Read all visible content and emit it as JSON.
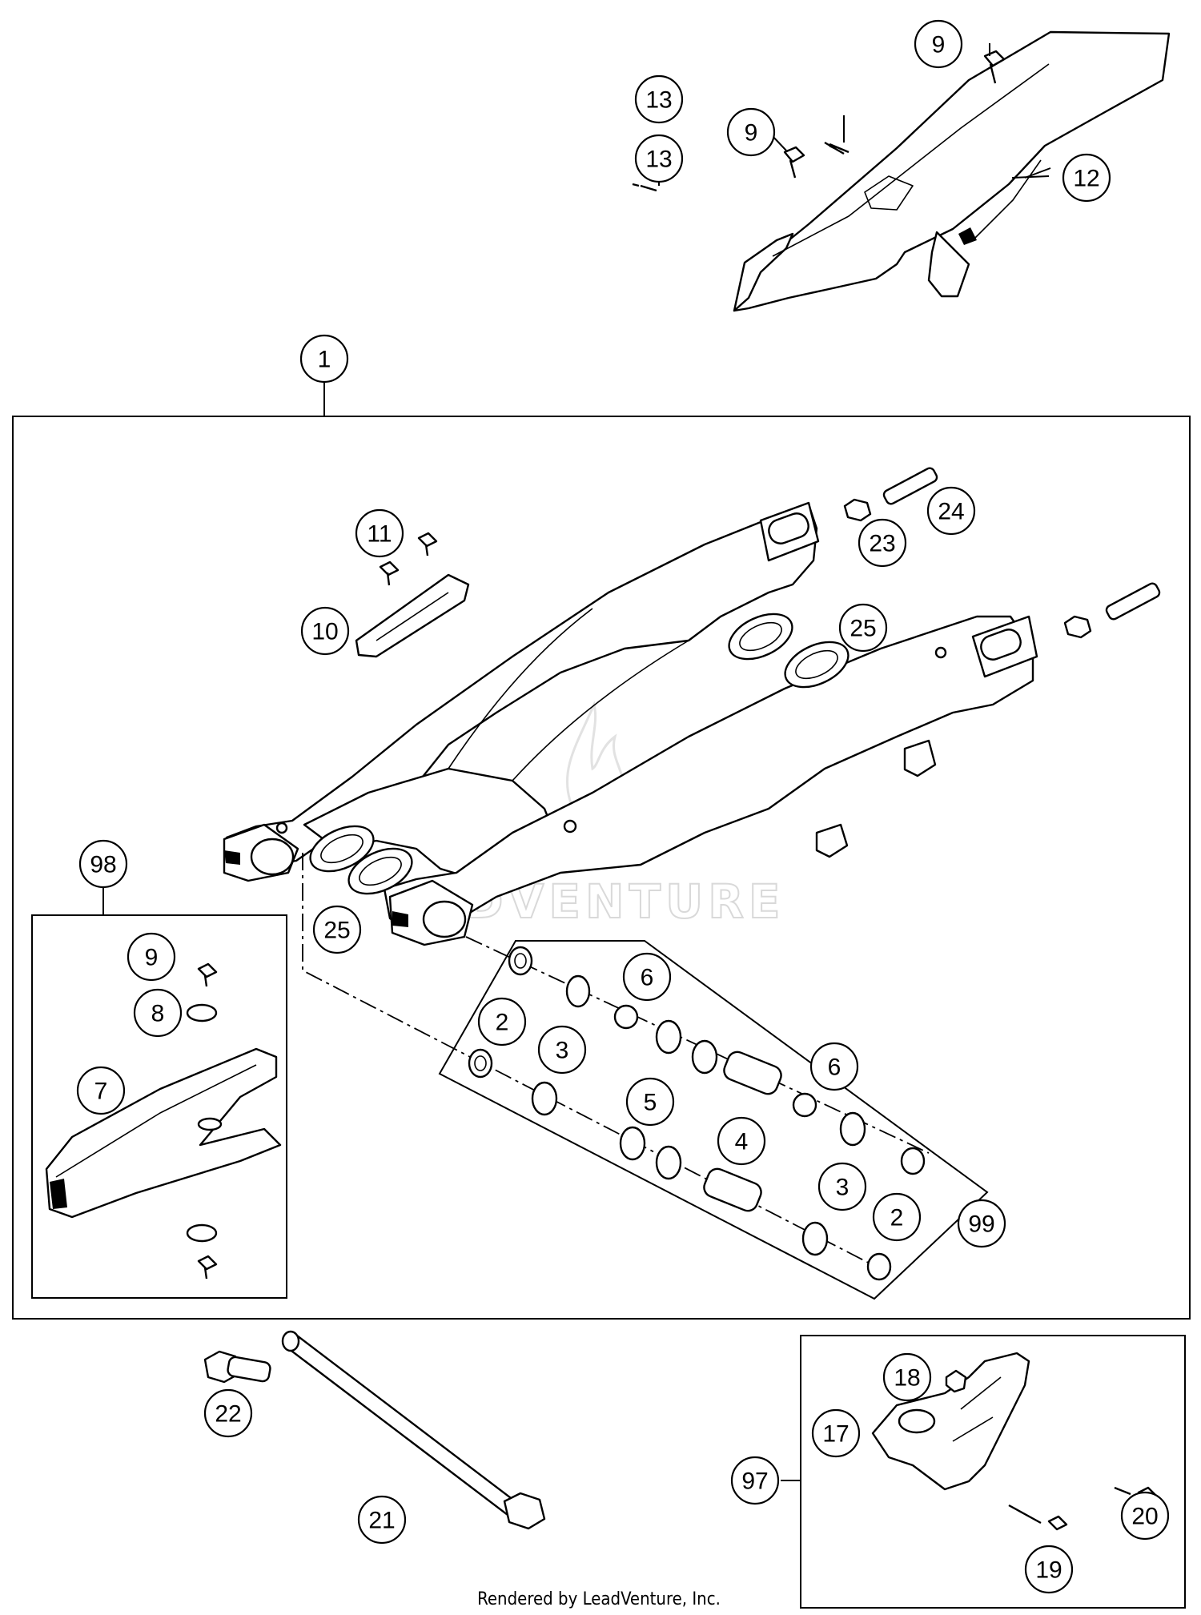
{
  "callouts": [
    {
      "label": "1"
    },
    {
      "label": "2"
    },
    {
      "label": "2"
    },
    {
      "label": "3"
    },
    {
      "label": "3"
    },
    {
      "label": "4"
    },
    {
      "label": "5"
    },
    {
      "label": "6"
    },
    {
      "label": "6"
    },
    {
      "label": "7"
    },
    {
      "label": "8"
    },
    {
      "label": "9"
    },
    {
      "label": "9"
    },
    {
      "label": "9"
    },
    {
      "label": "10"
    },
    {
      "label": "11"
    },
    {
      "label": "12"
    },
    {
      "label": "13"
    },
    {
      "label": "13"
    },
    {
      "label": "17"
    },
    {
      "label": "18"
    },
    {
      "label": "19"
    },
    {
      "label": "20"
    },
    {
      "label": "21"
    },
    {
      "label": "22"
    },
    {
      "label": "23"
    },
    {
      "label": "24"
    },
    {
      "label": "25"
    },
    {
      "label": "25"
    },
    {
      "label": "97"
    },
    {
      "label": "98"
    },
    {
      "label": "99"
    }
  ],
  "watermark": {
    "text": "ADVENTURE"
  },
  "footer": {
    "text": "Rendered by LeadVenture, Inc."
  }
}
